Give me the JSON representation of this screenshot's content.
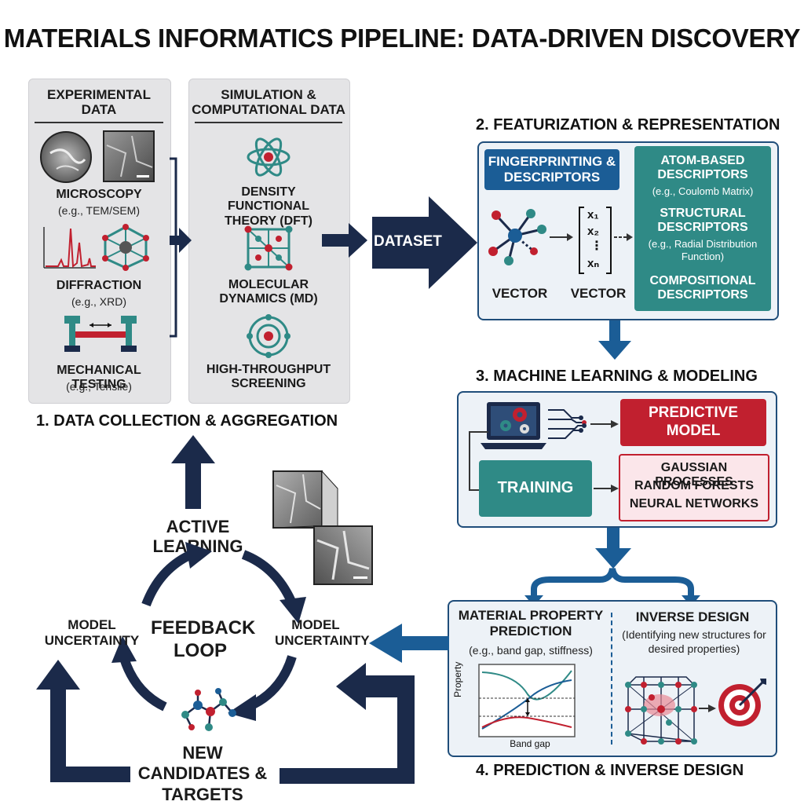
{
  "title": "MATERIALS INFORMATICS PIPELINE: DATA-DRIVEN DISCOVERY",
  "stage1": {
    "label": "1. DATA COLLECTION & AGGREGATION",
    "experimental": {
      "header": "EXPERIMENTAL DATA",
      "microscopy": "MICROSCOPY",
      "microscopy_sub": "(e.g., TEM/SEM)",
      "diffraction": "DIFFRACTION",
      "diffraction_sub": "(e.g., XRD)",
      "mechanical": "MECHANICAL TESTING",
      "mechanical_sub": "(e.g., Tensile)"
    },
    "simulation": {
      "header": "SIMULATION & COMPUTATIONAL DATA",
      "dft": "DENSITY FUNCTIONAL THEORY (DFT)",
      "md": "MOLECULAR DYNAMICS (MD)",
      "hts": "HIGH-THROUGHPUT SCREENING"
    }
  },
  "dataset": "DATASET",
  "stage2": {
    "label": "2. FEATURIZATION & REPRESENTATION",
    "fingerprinting": "FINGERPRINTING & DESCRIPTORS",
    "vector_left": "VECTOR",
    "vector_right": "VECTOR",
    "vec_x1": "x1",
    "vec_x2": "x2",
    "vec_dots": "⋮",
    "vec_xn": "xn",
    "atom_based": "ATOM-BASED DESCRIPTORS",
    "atom_based_sub": "(e.g., Coulomb Matrix)",
    "structural": "STRUCTURAL DESCRIPTORS",
    "structural_sub": "(e.g., Radial Distribution Function)",
    "compositional": "COMPOSITIONAL DESCRIPTORS"
  },
  "stage3": {
    "label": "3. MACHINE LEARNING & MODELING",
    "predictive": "PREDICTIVE MODEL",
    "training": "TRAINING",
    "models": [
      "GAUSSIAN PROCESSES",
      "RANDOM FORESTS",
      "NEURAL NETWORKS"
    ]
  },
  "stage4": {
    "label": "4. PREDICTION & INVERSE DESIGN",
    "property_title": "MATERIAL PROPERTY PREDICTION",
    "property_sub": "(e.g.,  band gap, stiffness)",
    "inverse_title": "INVERSE DESIGN",
    "inverse_sub": "(Identifying new structures for desired properties)",
    "plot_ylabel": "Property",
    "plot_xlabel": "Band gap"
  },
  "loop": {
    "active_learning": "ACTIVE LEARNING",
    "feedback_loop": "FEEDBACK LOOP",
    "model_uncertainty_left": "MODEL UNCERTAINTY",
    "model_uncertainty_right": "MODEL UNCERTAINTY",
    "new_candidates": "NEW CANDIDATES & TARGETS"
  },
  "colors": {
    "navy": "#1b2a4a",
    "blue": "#1b5d96",
    "teal": "#2f8a86",
    "red": "#c1202f",
    "panel_bg": "#edf2f7"
  }
}
